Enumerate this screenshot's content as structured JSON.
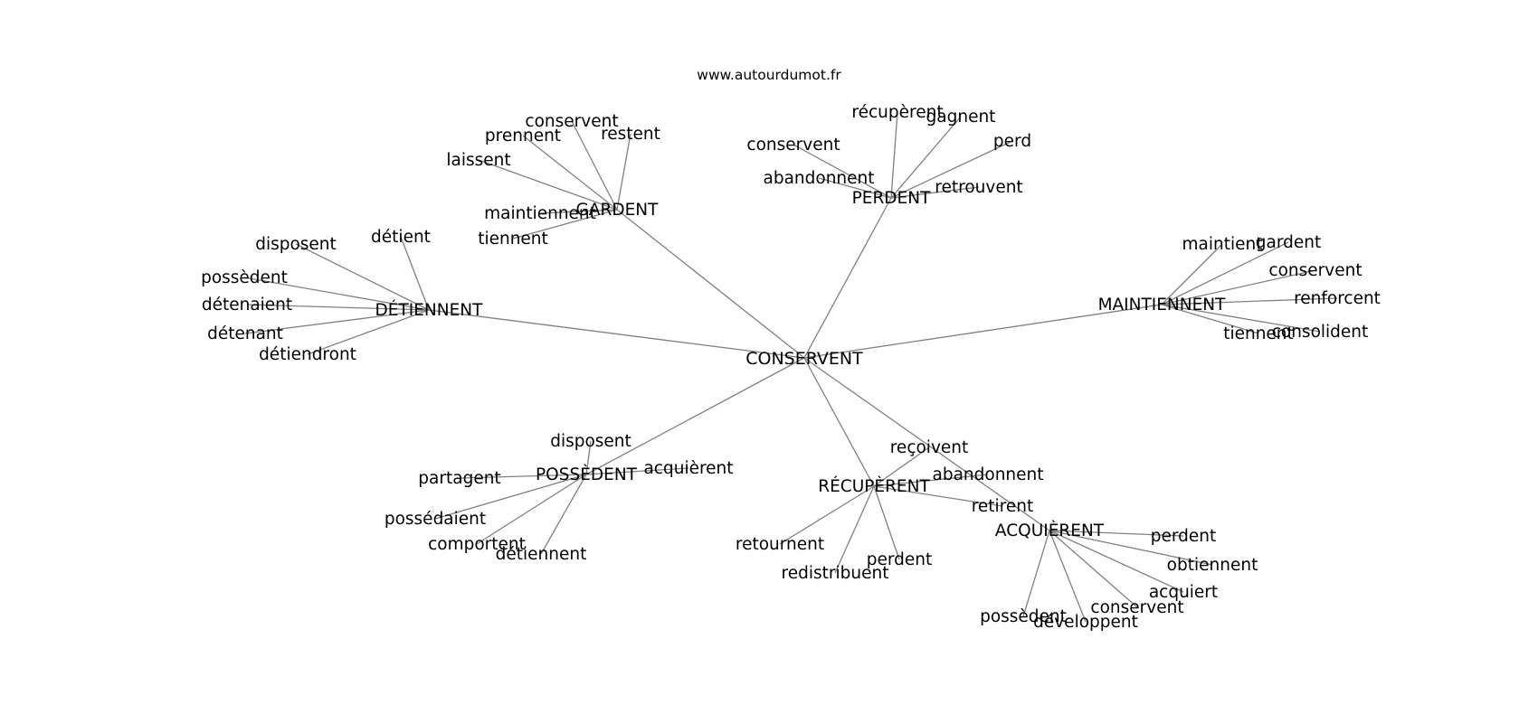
{
  "site": "www.autourdumot.fr",
  "center": "CONSERVENT",
  "groups": [
    {
      "label": "GARDENT",
      "leaves": [
        "conservent",
        "prennent",
        "restent",
        "laissent",
        "maintiennent",
        "tiennent"
      ]
    },
    {
      "label": "PERDENT",
      "leaves": [
        "récupèrent",
        "gagnent",
        "conservent",
        "perd",
        "abandonnent",
        "retrouvent"
      ]
    },
    {
      "label": "DÉTIENNENT",
      "leaves": [
        "disposent",
        "détient",
        "possèdent",
        "détenaient",
        "détenant",
        "détiendront"
      ]
    },
    {
      "label": "MAINTIENNENT",
      "leaves": [
        "maintient",
        "gardent",
        "conservent",
        "renforcent",
        "tiennent",
        "consolident"
      ]
    },
    {
      "label": "POSSÈDENT",
      "leaves": [
        "disposent",
        "acquièrent",
        "partagent",
        "possédaient",
        "comportent",
        "détiennent"
      ]
    },
    {
      "label": "RÉCUPÈRENT",
      "leaves": [
        "reçoivent",
        "abandonnent",
        "retirent",
        "retournent",
        "perdent",
        "redistribuent"
      ]
    },
    {
      "label": "ACQUIÈRENT",
      "leaves": [
        "perdent",
        "obtiennent",
        "acquiert",
        "conservent",
        "développent",
        "possèdent"
      ]
    }
  ]
}
